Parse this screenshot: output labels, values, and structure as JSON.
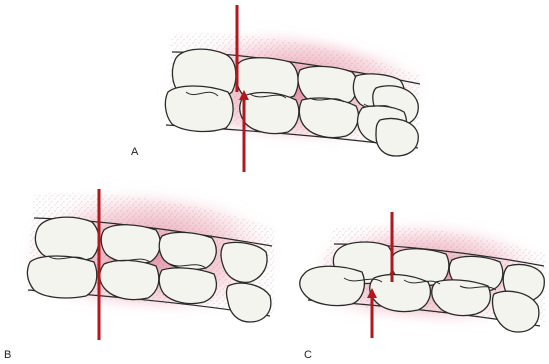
{
  "panels": [
    {
      "id": "a",
      "label": "A"
    },
    {
      "id": "b",
      "label": "B"
    },
    {
      "id": "c",
      "label": "C"
    }
  ],
  "colors": {
    "gum": "#e8a3b4",
    "tooth_fill": "#f4f4ee",
    "tooth_outline": "#2a2a2a",
    "midline": "#b3161d"
  }
}
